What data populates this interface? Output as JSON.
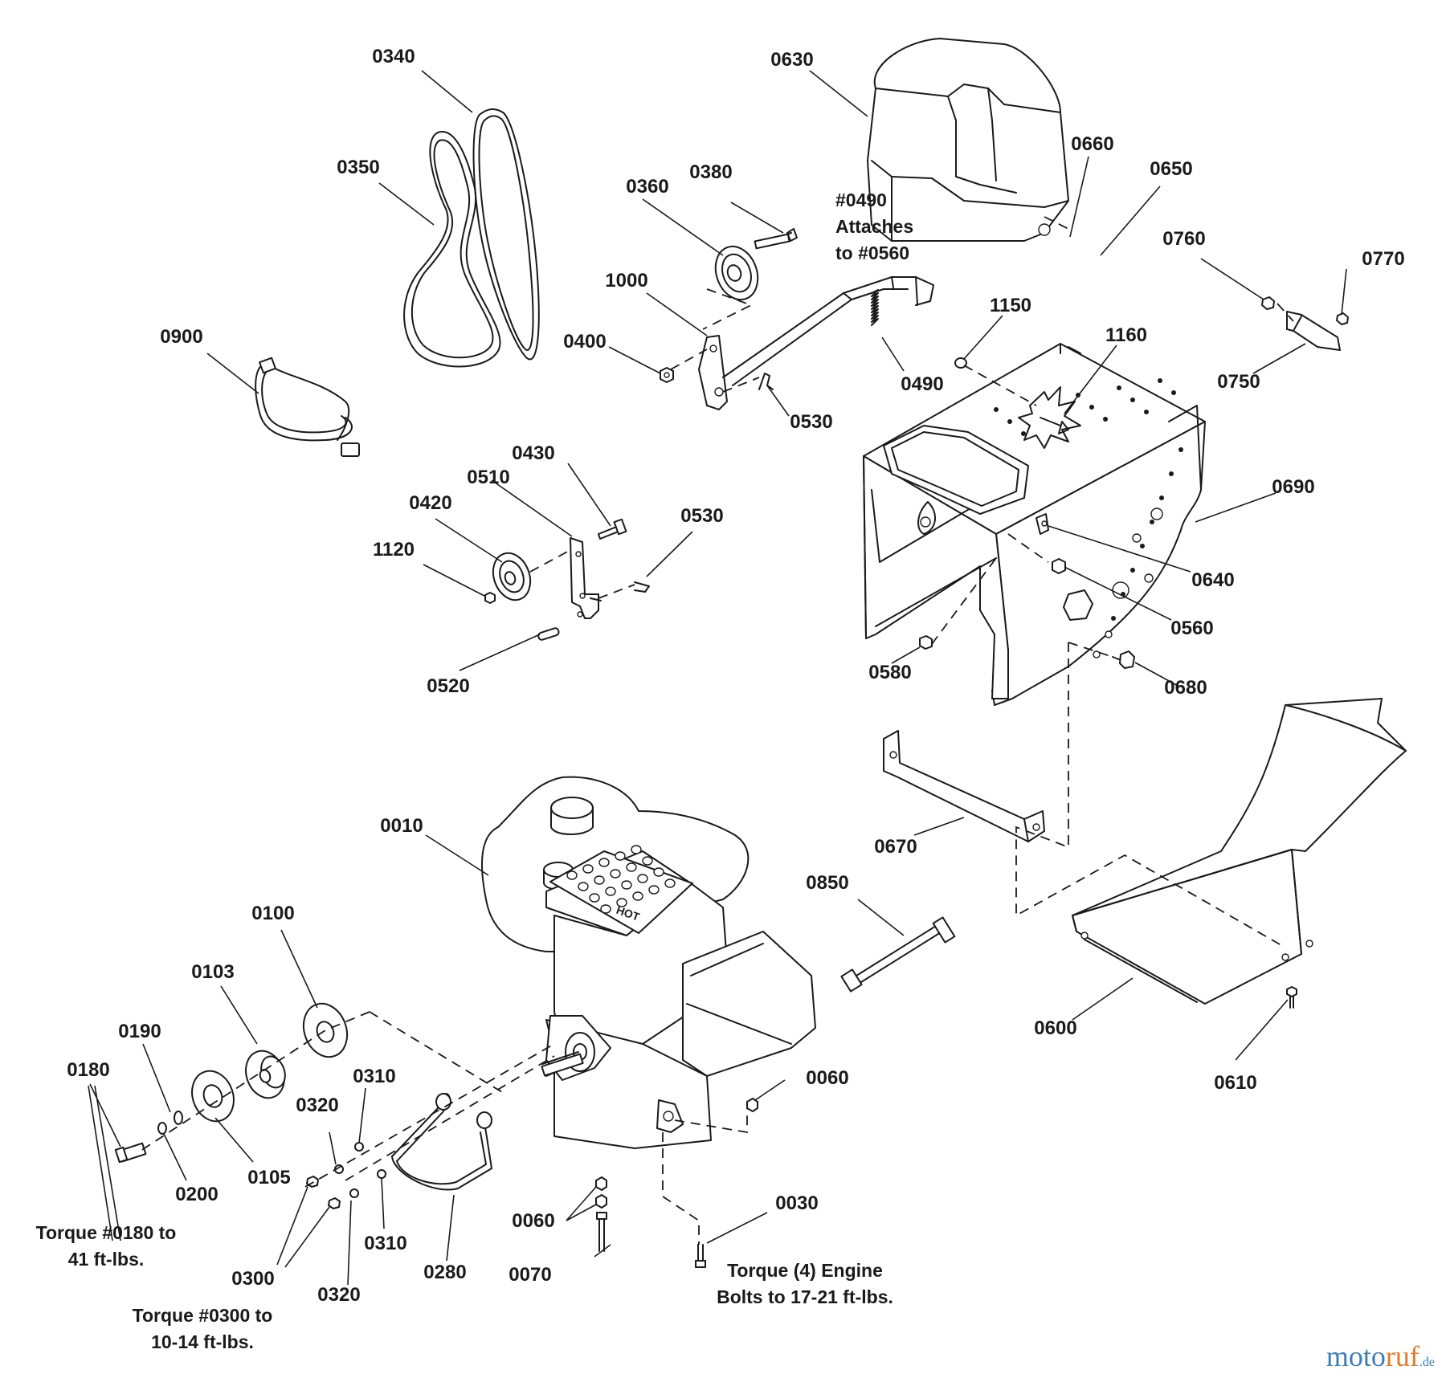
{
  "parts": [
    {
      "id": "p0340",
      "text": "0340"
    },
    {
      "id": "p0350",
      "text": "0350"
    },
    {
      "id": "p0900",
      "text": "0900"
    },
    {
      "id": "p0630",
      "text": "0630"
    },
    {
      "id": "p0660",
      "text": "0660"
    },
    {
      "id": "p0650",
      "text": "0650"
    },
    {
      "id": "p0360",
      "text": "0360"
    },
    {
      "id": "p0380",
      "text": "0380"
    },
    {
      "id": "p1000",
      "text": "1000"
    },
    {
      "id": "p0400",
      "text": "0400"
    },
    {
      "id": "p0490",
      "text": "0490"
    },
    {
      "id": "p0530a",
      "text": "0530"
    },
    {
      "id": "p1150",
      "text": "1150"
    },
    {
      "id": "p1160",
      "text": "1160"
    },
    {
      "id": "p0760",
      "text": "0760"
    },
    {
      "id": "p0770",
      "text": "0770"
    },
    {
      "id": "p0750",
      "text": "0750"
    },
    {
      "id": "p0430",
      "text": "0430"
    },
    {
      "id": "p0510",
      "text": "0510"
    },
    {
      "id": "p0420",
      "text": "0420"
    },
    {
      "id": "p0530b",
      "text": "0530"
    },
    {
      "id": "p1120",
      "text": "1120"
    },
    {
      "id": "p0520",
      "text": "0520"
    },
    {
      "id": "p0690",
      "text": "0690"
    },
    {
      "id": "p0640",
      "text": "0640"
    },
    {
      "id": "p0560",
      "text": "0560"
    },
    {
      "id": "p0580",
      "text": "0580"
    },
    {
      "id": "p0680",
      "text": "0680"
    },
    {
      "id": "p0670",
      "text": "0670"
    },
    {
      "id": "p0850",
      "text": "0850"
    },
    {
      "id": "p0600",
      "text": "0600"
    },
    {
      "id": "p0610",
      "text": "0610"
    },
    {
      "id": "p0010",
      "text": "0010"
    },
    {
      "id": "p0100",
      "text": "0100"
    },
    {
      "id": "p0103",
      "text": "0103"
    },
    {
      "id": "p0190",
      "text": "0190"
    },
    {
      "id": "p0180",
      "text": "0180"
    },
    {
      "id": "p0310a",
      "text": "0310"
    },
    {
      "id": "p0320a",
      "text": "0320"
    },
    {
      "id": "p0105",
      "text": "0105"
    },
    {
      "id": "p0200",
      "text": "0200"
    },
    {
      "id": "p0060a",
      "text": "0060"
    },
    {
      "id": "p0300",
      "text": "0300"
    },
    {
      "id": "p0310b",
      "text": "0310"
    },
    {
      "id": "p0280",
      "text": "0280"
    },
    {
      "id": "p0320b",
      "text": "0320"
    },
    {
      "id": "p0060b",
      "text": "0060"
    },
    {
      "id": "p0070",
      "text": "0070"
    },
    {
      "id": "p0030",
      "text": "0030"
    }
  ],
  "notes": {
    "attaches": [
      "#0490",
      "Attaches",
      "to #0560"
    ],
    "torque0180": [
      "Torque #0180 to",
      "41 ft-lbs."
    ],
    "torque0300": [
      "Torque #0300 to",
      "10-14 ft-lbs."
    ],
    "torqueEngine": [
      "Torque (4) Engine",
      "Bolts to 17-21 ft-lbs."
    ]
  },
  "hot_label": "HOT",
  "watermark": {
    "part1": "moto",
    "part2": "ruf",
    "part3": ".de"
  }
}
